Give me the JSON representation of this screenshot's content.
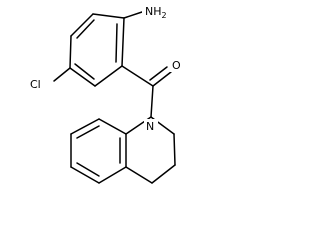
{
  "molecule": {
    "labels": {
      "amine": "NH",
      "amine_h_count": "2",
      "chlorine": "Cl",
      "oxygen": "O",
      "nitrogen": "N"
    }
  },
  "colors": {
    "bond": "#000000",
    "text": "#000000",
    "background": "#ffffff"
  }
}
